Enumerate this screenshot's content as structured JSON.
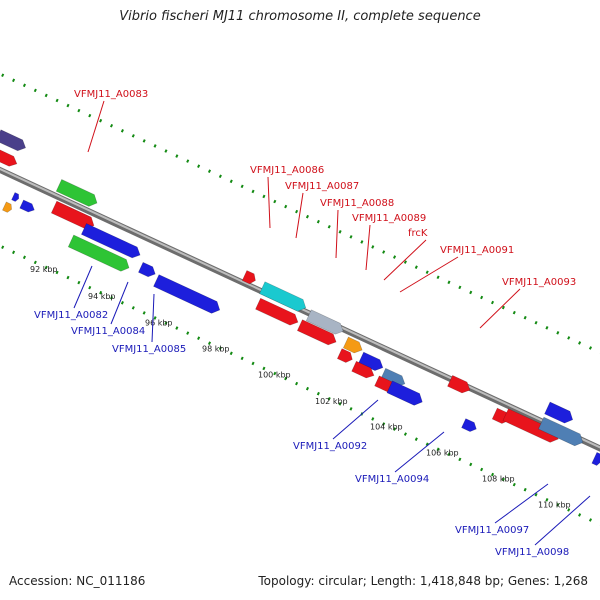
{
  "title": "Vibrio fischeri MJ11 chromosome II, complete sequence",
  "footer": {
    "accession": "Accession: NC_011186",
    "summary": "Topology: circular; Length: 1,418,848 bp; Genes: 1,268"
  },
  "colors": {
    "red": "#e8141c",
    "green": "#2ec435",
    "blue": "#1d1fdc",
    "cyan": "#1ac9cf",
    "gray": "#a8b4c4",
    "orange": "#f59a14",
    "navy": "#4a3f8a",
    "steel": "#4f7fb4",
    "backbone": "#8a8a8a",
    "ticks": "#138a13",
    "upper_label": "#d0101a",
    "lower_label": "#1a1ab8"
  },
  "kbp_ticks": [
    "92 kbp",
    "94 kbp",
    "96 kbp",
    "98 kbp",
    "100 kbp",
    "102 kbp",
    "104 kbp",
    "106 kbp",
    "108 kbp",
    "110 kbp"
  ],
  "gene_labels_upper": [
    "VFMJ11_A0083",
    "VFMJ11_A0086",
    "VFMJ11_A0087",
    "VFMJ11_A0088",
    "VFMJ11_A0089",
    "frcK",
    "VFMJ11_A0091",
    "VFMJ11_A0093"
  ],
  "gene_labels_lower": [
    "VFMJ11_A0082",
    "VFMJ11_A0084",
    "VFMJ11_A0085",
    "VFMJ11_A0092",
    "VFMJ11_A0094",
    "VFMJ11_A0097",
    "VFMJ11_A0098"
  ]
}
